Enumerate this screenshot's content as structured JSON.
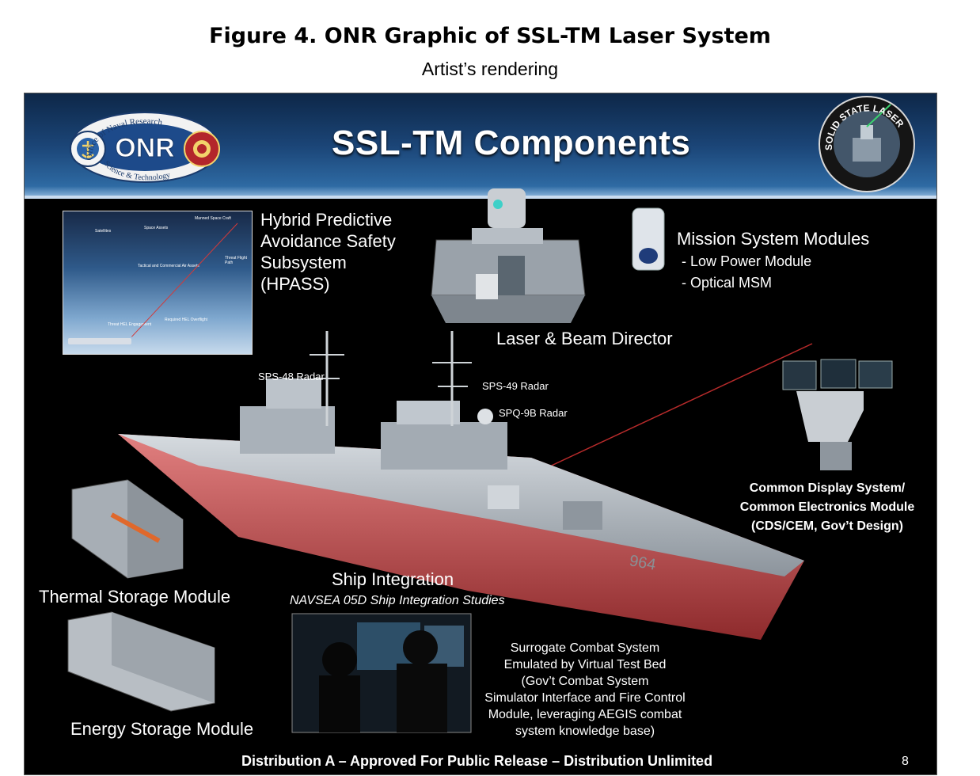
{
  "figure": {
    "title": "Figure 4. ONR Graphic of SSL-TM Laser System",
    "subtitle": "Artist’s rendering"
  },
  "slide": {
    "title": "SSL-TM Components",
    "logos": {
      "onr_seal_text_top": "Office of Naval Research",
      "onr_seal_text_bottom": "Science & Technology",
      "onr_letters": "ONR",
      "ssl_badge_text": "SOLID STATE LASER"
    },
    "hpass": {
      "label": [
        "Hybrid Predictive",
        "Avoidance Safety",
        "Subsystem",
        "(HPASS)"
      ],
      "inset_labels": [
        "Satellites",
        "Space Assets",
        "Manned Space Craft",
        "Tactical and Commercial Air Assets",
        "Threat Flight Path",
        "Threat HEL Engagement",
        "Required HEL Overflight"
      ]
    },
    "laser_beam_director": "Laser  & Beam Director",
    "mission_modules": {
      "title": "Mission System Modules",
      "items": [
        "- Low Power Module",
        "- Optical MSM"
      ]
    },
    "radars": {
      "sps48": "SPS-48 Radar",
      "sps49": "SPS-49 Radar",
      "spq9b": "SPQ-9B Radar"
    },
    "hull_number": "964",
    "cds": [
      "Common Display System/",
      "Common Electronics Module",
      "(CDS/CEM, Gov’t Design)"
    ],
    "thermal": "Thermal Storage Module",
    "energy": "Energy Storage Module",
    "ship_integration": {
      "title": "Ship Integration",
      "subtitle": "NAVSEA 05D Ship Integration Studies"
    },
    "surrogate": [
      "Surrogate Combat System",
      "Emulated by Virtual Test Bed",
      "(Gov’t Combat System",
      "Simulator Interface and Fire Control",
      "Module, leveraging AEGIS combat",
      "system knowledge base)"
    ],
    "footer": "Distribution A – Approved For Public Release – Distribution Unlimited",
    "page_number": "8"
  },
  "colors": {
    "header_dark": "#0d2748",
    "header_light": "#2e6aa3",
    "slide_bg": "#000000",
    "hull_red": "#c9484a",
    "laser_beam": "#d23a3a"
  }
}
